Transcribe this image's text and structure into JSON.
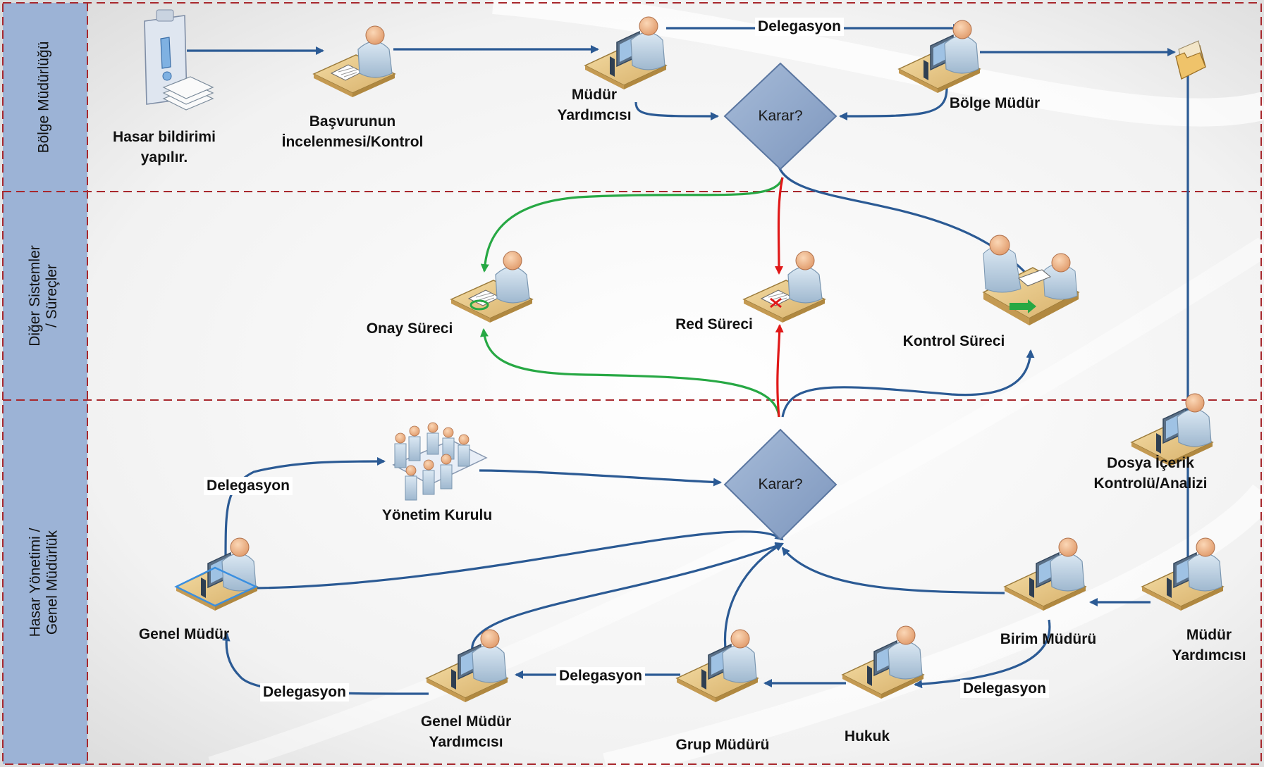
{
  "lanes": [
    {
      "id": "bolge",
      "label": "Bölge Müdürlüğü"
    },
    {
      "id": "diger",
      "label": "Diğer Sistemler\n/ Süreçler"
    },
    {
      "id": "hasar",
      "label": "Hasar Yönetimi /\nGenel Müdürlük"
    }
  ],
  "nodes": {
    "hasar_bildirimi": "Hasar bildirimi\nyapılır.",
    "basvuru": "Başvurunun\nİncelenmesi/Kontrol",
    "mudur_yard_top": "Müdür\nYardımcısı",
    "bolge_mudur": "Bölge Müdür",
    "onay": "Onay Süreci",
    "red": "Red Süreci",
    "kontrol": "Kontrol Süreci",
    "dosya": "Dosya İçerik\nKontrolü/Analizi",
    "yonetim": "Yönetim Kurulu",
    "genel_mudur": "Genel Müdür",
    "birim_mudur": "Birim Müdürü",
    "mudur_yard_bottom": "Müdür\nYardımcısı",
    "gm_yard": "Genel Müdür\nYardımcısı",
    "grup_mudur": "Grup Müdürü",
    "hukuk": "Hukuk"
  },
  "decisions": {
    "top": "Karar?",
    "bottom": "Karar?"
  },
  "delegations": {
    "top": "Delegasyon",
    "yonetim": "Delegasyon",
    "gm_left": "Delegasyon",
    "gm_yard": "Delegasyon",
    "hukuk": "Delegasyon"
  },
  "colors": {
    "lane_header": "#9cb3d6",
    "lane_divider": "#a8282d",
    "decision_fill": "#8fa6c8",
    "flow": "#2b5a94",
    "approve": "#27a844",
    "reject": "#e01818",
    "desk": "#e6c88a",
    "person": "#b8cde0",
    "head": "#f0b488"
  }
}
